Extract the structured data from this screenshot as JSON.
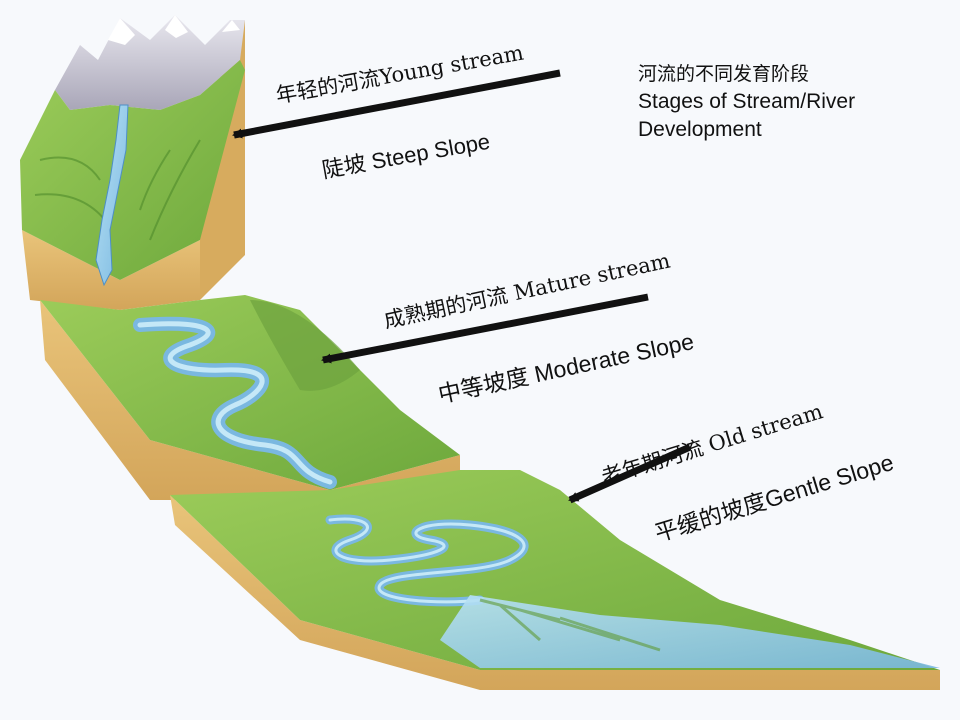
{
  "title": {
    "zh": "河流的不同发育阶段",
    "en_line1": "Stages of Stream/River",
    "en_line2": "Development"
  },
  "stages": [
    {
      "stage_label": "年轻的河流Young stream",
      "slope_label": "陡坡 Steep Slope"
    },
    {
      "stage_label": "成熟期的河流 Mature stream",
      "slope_label": "中等坡度 Moderate Slope"
    },
    {
      "stage_label": "老年期河流 Old stream",
      "slope_label": "平缓的坡度Gentle Slope"
    }
  ],
  "colors": {
    "background": "#f7f9fc",
    "grass": "#8bbf4a",
    "grass_dark": "#5f9a35",
    "soil": "#e2b869",
    "soil_dark": "#c9974a",
    "water": "#9fd3ee",
    "water_dark": "#4d8fc6",
    "arrow": "#111111"
  }
}
